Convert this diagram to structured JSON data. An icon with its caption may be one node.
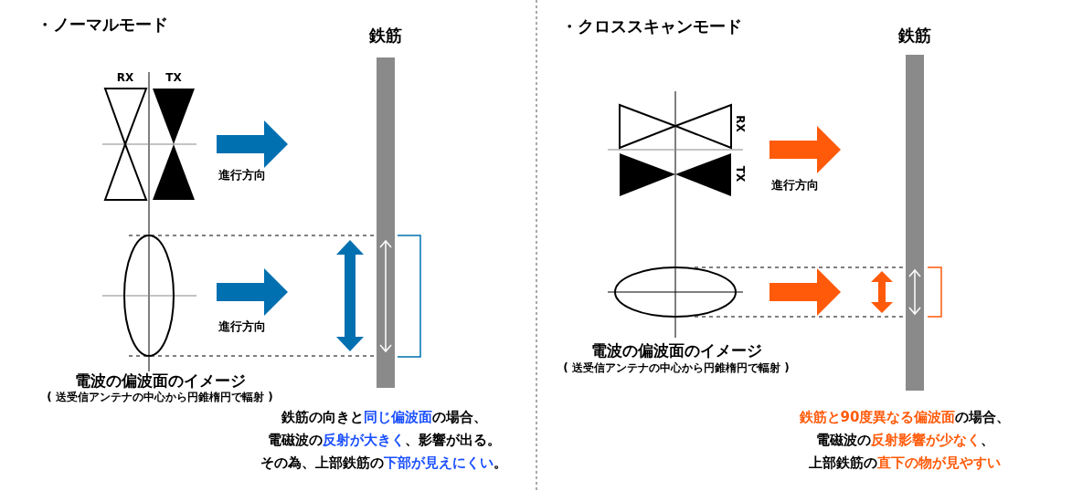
{
  "diagram": {
    "nodes": [
      {
        "text": [
          "鉄筋"
        ]
      },
      {
        "text": [
          "鉄筋"
        ]
      }
    ],
    "labels": [
      "・ノーマルモード",
      "RX",
      "TX",
      "進行方向",
      "進行方向",
      "電波の偏波面のイメージ",
      "( 送受信アンテナの中心から円錐楕円で輻射 )",
      "鉄筋の向きと**同じ偏波面**の場合、",
      "電磁波の**反射が大きく**、影響が出る。",
      "その為、上部鉄筋の**下部が見えにくい**。",
      "・クロススキャンモード",
      "RX",
      "TX",
      "進行方向",
      "電波の偏波面のイメージ",
      "( 送受信アンテナの中心から円錐楕円で輻射 )",
      "**鉄筋と90度異なる偏波面**の場合、",
      "電磁波の**反射影響が少なく**、",
      "上部鉄筋の**直下の物が見やすい**"
    ]
  }
}
